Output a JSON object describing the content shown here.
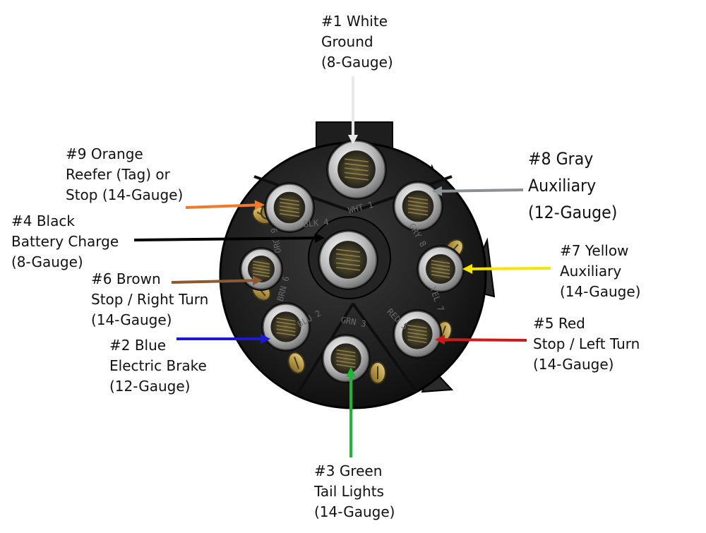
{
  "pins": {
    "pin1": {
      "lines": [
        "#1 White",
        "Ground",
        "(8-Gauge)"
      ],
      "wire_color": "#ffffff",
      "arrow_color": "#e8e8e8"
    },
    "pin9": {
      "lines": [
        "#9 Orange",
        "Reefer (Tag) or",
        "Stop (14-Gauge)"
      ],
      "wire_color": "#f07a2a"
    },
    "pin8": {
      "lines": [
        "#8 Gray",
        "Auxiliary",
        "(12-Gauge)"
      ],
      "wire_color": "#8c9196"
    },
    "pin4": {
      "lines": [
        "#4 Black",
        "Battery Charge",
        "(8-Gauge)"
      ],
      "wire_color": "#000000"
    },
    "pin7": {
      "lines": [
        "#7 Yellow",
        "Auxiliary",
        "(14-Gauge)"
      ],
      "wire_color": "#f5e600"
    },
    "pin6": {
      "lines": [
        "#6 Brown",
        "Stop / Right Turn",
        "(14-Gauge)"
      ],
      "wire_color": "#8a5a32"
    },
    "pin5": {
      "lines": [
        "#5 Red",
        "Stop / Left Turn",
        "(14-Gauge)"
      ],
      "wire_color": "#cc1a1a"
    },
    "pin2": {
      "lines": [
        "#2 Blue",
        "Electric Brake",
        "(12-Gauge)"
      ],
      "wire_color": "#1a1ad6"
    },
    "pin3": {
      "lines": [
        "#3 Green",
        "Tail Lights",
        "(14-Gauge)"
      ],
      "wire_color": "#17b83b"
    }
  },
  "connector": {
    "body_color": "#1c1c1c",
    "socket_imprints": [
      "WHT 1",
      "BLK 4",
      "GRY 8",
      "YEL 7",
      "RED 5",
      "GRN 3",
      "BLU 2",
      "BRN 6",
      "ORG 9"
    ]
  }
}
